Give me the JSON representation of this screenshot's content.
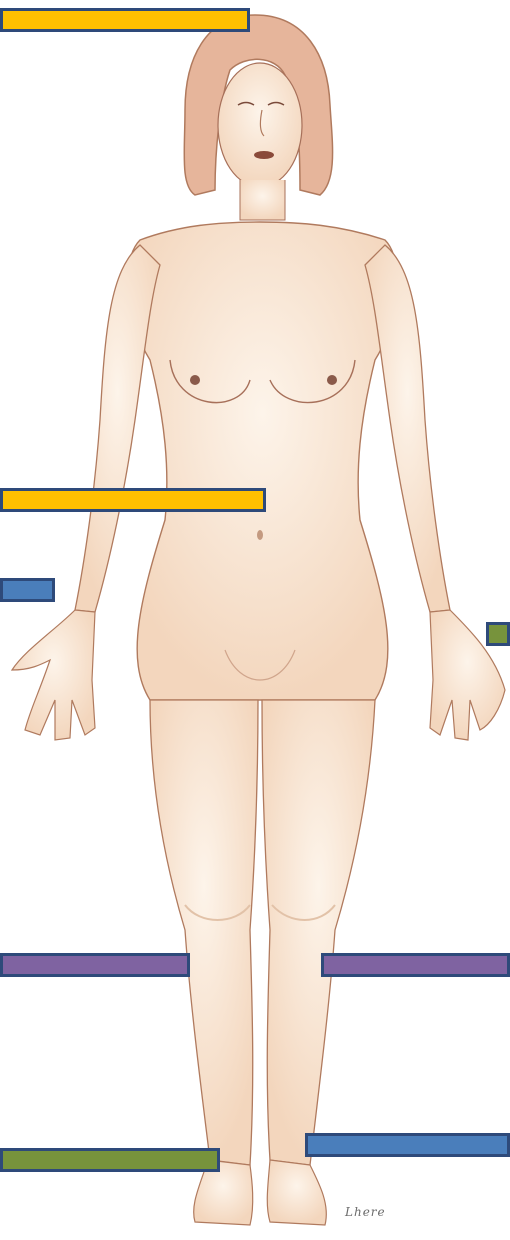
{
  "diagram": {
    "subject": "female-body-front-view",
    "artist_signature": "Lhere",
    "colors": {
      "yellow": "#FFC000",
      "blue": "#4A7EBB",
      "green": "#77933C",
      "purple": "#7F63A1",
      "outline": "#2E4A7A",
      "skin": "#F7E3CF",
      "hair": "#D9A98B",
      "line": "#8A4A3A"
    },
    "label_boxes": [
      {
        "name": "label-head",
        "color": "yellow",
        "text": ""
      },
      {
        "name": "label-waist",
        "color": "yellow",
        "text": ""
      },
      {
        "name": "label-left-hand",
        "color": "blue",
        "text": ""
      },
      {
        "name": "label-right-hand",
        "color": "green",
        "text": ""
      },
      {
        "name": "label-left-knee",
        "color": "purple",
        "text": ""
      },
      {
        "name": "label-right-knee",
        "color": "purple",
        "text": ""
      },
      {
        "name": "label-left-ankle",
        "color": "green",
        "text": ""
      },
      {
        "name": "label-right-ankle",
        "color": "blue",
        "text": ""
      }
    ]
  }
}
